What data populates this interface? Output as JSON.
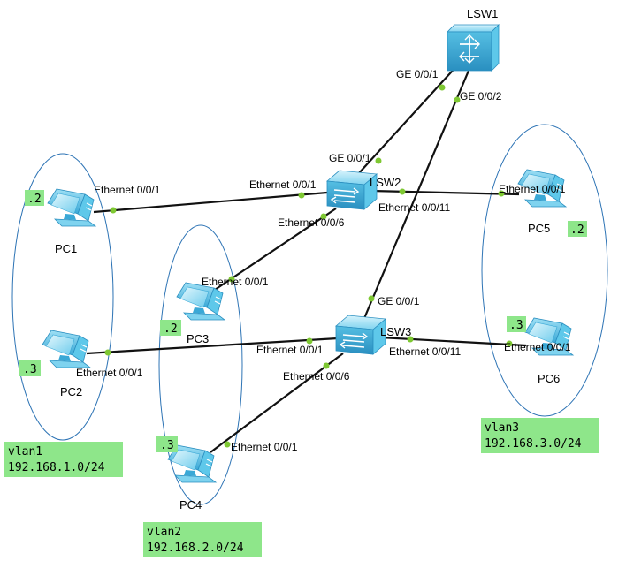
{
  "colors": {
    "link": "#111111",
    "port_dot": "#7ec832",
    "ellipse": "#2e74b5",
    "tag_bg": "#8ee68a",
    "device": "#5ec8ea",
    "device_dark": "#2a8fc0"
  },
  "devices": {
    "lsw1": "LSW1",
    "lsw2": "LSW2",
    "lsw3": "LSW3",
    "pc1": "PC1",
    "pc2": "PC2",
    "pc3": "PC3",
    "pc4": "PC4",
    "pc5": "PC5",
    "pc6": "PC6"
  },
  "hosts": {
    "pc1": ".2",
    "pc2": ".3",
    "pc3": ".2",
    "pc4": ".3",
    "pc5": ".2",
    "pc6": ".3"
  },
  "ports": {
    "lsw1_g1": "GE 0/0/1",
    "lsw1_g2": "GE 0/0/2",
    "lsw2_g1": "GE 0/0/1",
    "lsw2_e1": "Ethernet 0/0/1",
    "lsw2_e6": "Ethernet 0/0/6",
    "lsw2_e11": "Ethernet 0/0/11",
    "lsw3_g1": "GE 0/0/1",
    "lsw3_e1": "Ethernet 0/0/1",
    "lsw3_e6": "Ethernet 0/0/6",
    "lsw3_e11": "Ethernet 0/0/11",
    "pc1_e1": "Ethernet 0/0/1",
    "pc2_e1": "Ethernet 0/0/1",
    "pc3_e1": "Ethernet 0/0/1",
    "pc4_e1": "Ethernet 0/0/1",
    "pc5_e1": "Ethernet 0/0/1",
    "pc6_e1": "Ethernet 0/0/1"
  },
  "vlans": {
    "vlan1": {
      "name": "vlan1",
      "subnet": "192.168.1.0/24"
    },
    "vlan2": {
      "name": "vlan2",
      "subnet": "192.168.2.0/24"
    },
    "vlan3": {
      "name": "vlan3",
      "subnet": "192.168.3.0/24"
    }
  }
}
